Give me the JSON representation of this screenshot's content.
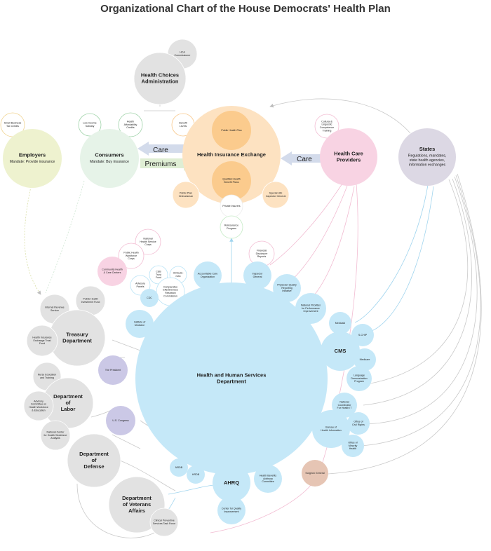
{
  "title": "Organizational Chart of the House Democrats' Health Plan",
  "colors": {
    "gray": "#e2e2e2",
    "blue": "#c5e8f8",
    "orange": "#fde2c1",
    "orangeDark": "#fbcb8d",
    "pink": "#f8d3e3",
    "green": "#e6f3e8",
    "yellow": "#eef2cf",
    "purple": "#cbc8e6",
    "states": "#dcd8e4",
    "surgeon": "#e6c5b4",
    "line": "#c9c9c9",
    "blueLine": "#9fd4ee",
    "careArrow": "#d3dbeb",
    "careText": "#7f9ccc",
    "premArrow": "#dfeed4",
    "premText": "#8ec076"
  },
  "arrows": {
    "care_left": "Care",
    "premiums": "Premiums",
    "care_right": "Care"
  },
  "nodes": {
    "hca_commissioner": {
      "lines": [
        "HCA",
        "Commissioner"
      ]
    },
    "health_choices_admin": {
      "lines": [
        "Health Choices",
        "Administration"
      ]
    },
    "small_business_tax_credits": {
      "lines": [
        "Small Business",
        "Tax Credits"
      ]
    },
    "low_income_subsidy": {
      "lines": [
        "Low Income",
        "Subsidy"
      ]
    },
    "health_affordability_credits": {
      "lines": [
        "Health",
        "Affordability",
        "Credits"
      ]
    },
    "benefit_levels": {
      "lines": [
        "Benefit",
        "Levels"
      ]
    },
    "employers": {
      "lines": [
        "Employers"
      ],
      "sub": [
        "Mandate: Provide insurance"
      ]
    },
    "consumers": {
      "lines": [
        "Consumers"
      ],
      "sub": [
        "Mandate: Buy insurance"
      ]
    },
    "health_insurance_exchange": {
      "lines": [
        "Health Insurance Exchange"
      ]
    },
    "public_health_plan": {
      "lines": [
        "Public Health Plan"
      ]
    },
    "qualified_benefit_plans": {
      "lines": [
        "Qualified Health",
        "Benefit Plans"
      ]
    },
    "public_plan_ombudsman": {
      "lines": [
        "Public Plan",
        "Ombudsman"
      ]
    },
    "special_hie_inspector": {
      "lines": [
        "Special HIE",
        "Inspector General"
      ]
    },
    "private_insurers": {
      "lines": [
        "Private Insurers"
      ]
    },
    "reinsurance_program": {
      "lines": [
        "Reinsurance",
        "Program"
      ]
    },
    "cultural_training": {
      "lines": [
        "Cultural &",
        "Linguistic",
        "Competence",
        "Training"
      ]
    },
    "health_care_providers": {
      "lines": [
        "Health Care",
        "Providers"
      ]
    },
    "states": {
      "lines": [
        "States"
      ],
      "sub": [
        "Regulations, mandates,",
        "state health agencies,",
        "information exchanges"
      ]
    },
    "national_health_service_corps": {
      "lines": [
        "National",
        "Health Service",
        "Corps"
      ]
    },
    "public_health_workforce_corps": {
      "lines": [
        "Public Health",
        "Workforce",
        "Corps"
      ]
    },
    "community_health_care_centers": {
      "lines": [
        "Community Health",
        "& Care Centers"
      ]
    },
    "financial_disclosure_reports": {
      "lines": [
        "Financial",
        "Disclosure",
        "Reports"
      ]
    },
    "accountable_care_org": {
      "lines": [
        "Accountable Care",
        "Organization"
      ]
    },
    "inspector_general": {
      "lines": [
        "Inspector",
        "General"
      ]
    },
    "physician_quality": {
      "lines": [
        "Physician Quality",
        "Reporting",
        "Initiative"
      ]
    },
    "national_priorities": {
      "lines": [
        "National Priorities",
        "for Performance",
        "Improvement"
      ]
    },
    "ceb_trust_fund": {
      "lines": [
        "CEB",
        "Trust",
        "Fund"
      ]
    },
    "ombudsman": {
      "lines": [
        "Ombuds-",
        "man"
      ]
    },
    "advisory_panels": {
      "lines": [
        "Advisory",
        "Panels"
      ]
    },
    "comparative_effectiveness": {
      "lines": [
        "Comparative",
        "Effectiveness",
        "Research",
        "Commission"
      ]
    },
    "cdc": {
      "lines": [
        "CDC"
      ]
    },
    "public_health_investment_fund": {
      "lines": [
        "Public Health",
        "Investment Fund"
      ]
    },
    "internal_revenue_service": {
      "lines": [
        "Internal Revenue",
        "Service"
      ]
    },
    "institute_of_medicine": {
      "lines": [
        "Institute of",
        "Medicine"
      ]
    },
    "treasury_department": {
      "lines": [
        "Treasury",
        "Department"
      ]
    },
    "hie_trust_fund": {
      "lines": [
        "Health Insurance",
        "Exchange Trust",
        "Fund"
      ]
    },
    "medicaid": {
      "lines": [
        "Medicaid"
      ]
    },
    "schip": {
      "lines": [
        "S-CHIP"
      ]
    },
    "cms": {
      "lines": [
        "CMS"
      ]
    },
    "medicare": {
      "lines": [
        "Medicare"
      ]
    },
    "language_demo": {
      "lines": [
        "Language",
        "Demonstration",
        "Program"
      ]
    },
    "hhs": {
      "lines": [
        "Health and Human Services",
        "Department"
      ]
    },
    "the_president": {
      "lines": [
        "The President"
      ]
    },
    "nurse_education": {
      "lines": [
        "Nurse Education",
        "and Training"
      ]
    },
    "department_of_labor": {
      "lines": [
        "Department",
        "of",
        "Labor"
      ]
    },
    "advisory_committee": {
      "lines": [
        "Advisory",
        "Committee on",
        "Health Workforce",
        "& Education"
      ]
    },
    "national_center_workforce": {
      "lines": [
        "National Center",
        "for Health Workforce",
        "Analysis"
      ]
    },
    "us_congress": {
      "lines": [
        "U.S. Congress"
      ]
    },
    "national_coordinator_hit": {
      "lines": [
        "National",
        "Coordinator",
        "For Health IT"
      ]
    },
    "bureau_health_information": {
      "lines": [
        "Bureau of",
        "Health Information"
      ]
    },
    "office_civil_rights": {
      "lines": [
        "Office of",
        "Civil Rights"
      ]
    },
    "office_minority_health": {
      "lines": [
        "Office of",
        "Minority",
        "Health"
      ]
    },
    "department_of_defense": {
      "lines": [
        "Department",
        "of",
        "Defense"
      ]
    },
    "nrdb": {
      "lines": [
        "NRDB"
      ]
    },
    "hrdb": {
      "lines": [
        "HRDB"
      ]
    },
    "ahrq": {
      "lines": [
        "AHRQ"
      ]
    },
    "health_benefits_advisory": {
      "lines": [
        "Health Benefits",
        "Advisory",
        "Committee"
      ]
    },
    "surgeon_general": {
      "lines": [
        "Surgeon General"
      ]
    },
    "department_veterans_affairs": {
      "lines": [
        "Department",
        "of Veterans",
        "Affairs"
      ]
    },
    "center_quality_improvement": {
      "lines": [
        "Center for Quality",
        "Improvement"
      ]
    },
    "clinical_preventive_task_force": {
      "lines": [
        "Clinical Preventive",
        "Services Task Force"
      ]
    }
  }
}
